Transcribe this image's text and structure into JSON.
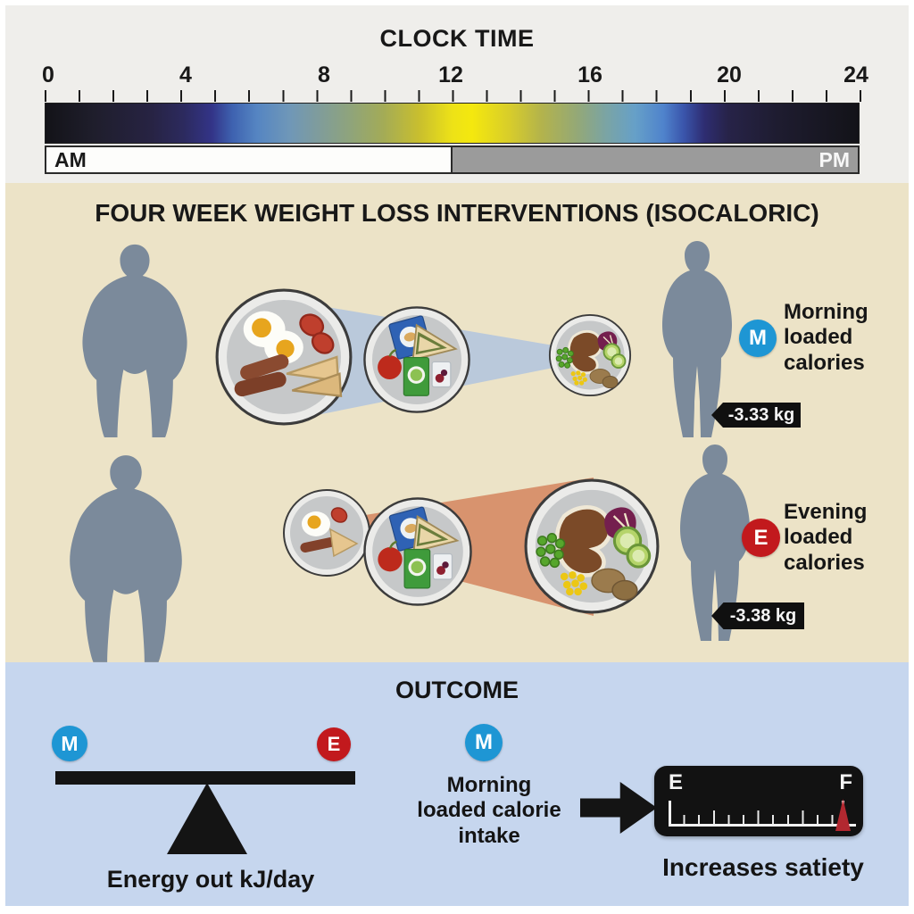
{
  "clock_panel": {
    "title": "CLOCK TIME",
    "axis_ticks": [
      "0",
      "4",
      "8",
      "12",
      "16",
      "20",
      "24"
    ],
    "am_label": "AM",
    "pm_label": "PM"
  },
  "interventions_panel": {
    "title": "FOUR WEEK WEIGHT LOSS INTERVENTIONS (ISOCALORIC)",
    "morning": {
      "badge_letter": "M",
      "label": "Morning loaded calories",
      "weight_loss": "-3.33 kg"
    },
    "evening": {
      "badge_letter": "E",
      "label": "Evening loaded calories",
      "weight_loss": "-3.38 kg"
    }
  },
  "outcome_panel": {
    "title": "OUTCOME",
    "energy_balance": {
      "left_badge_letter": "M",
      "right_badge_letter": "E",
      "caption": "Energy out kJ/day"
    },
    "satiety": {
      "badge_letter": "M",
      "description_lines": [
        "Morning",
        "loaded calorie",
        "intake"
      ],
      "gauge_empty_label": "E",
      "gauge_full_label": "F",
      "caption": "Increases satiety"
    }
  },
  "colors": {
    "morning_badge": "#1e96d4",
    "evening_badge": "#c2191d",
    "clock_panel_bg": "#efeeeb",
    "interventions_bg": "#ece3c7",
    "outcome_bg": "#c6d6ee",
    "silhouette": "#7b8a9b",
    "morning_wedge": "#bac9db",
    "evening_wedge": "#d8936e",
    "weight_tag_bg": "#101010",
    "gauge_needle": "#b22830",
    "am_segment": "#fdfdfb",
    "pm_segment": "#9b9b9b"
  }
}
